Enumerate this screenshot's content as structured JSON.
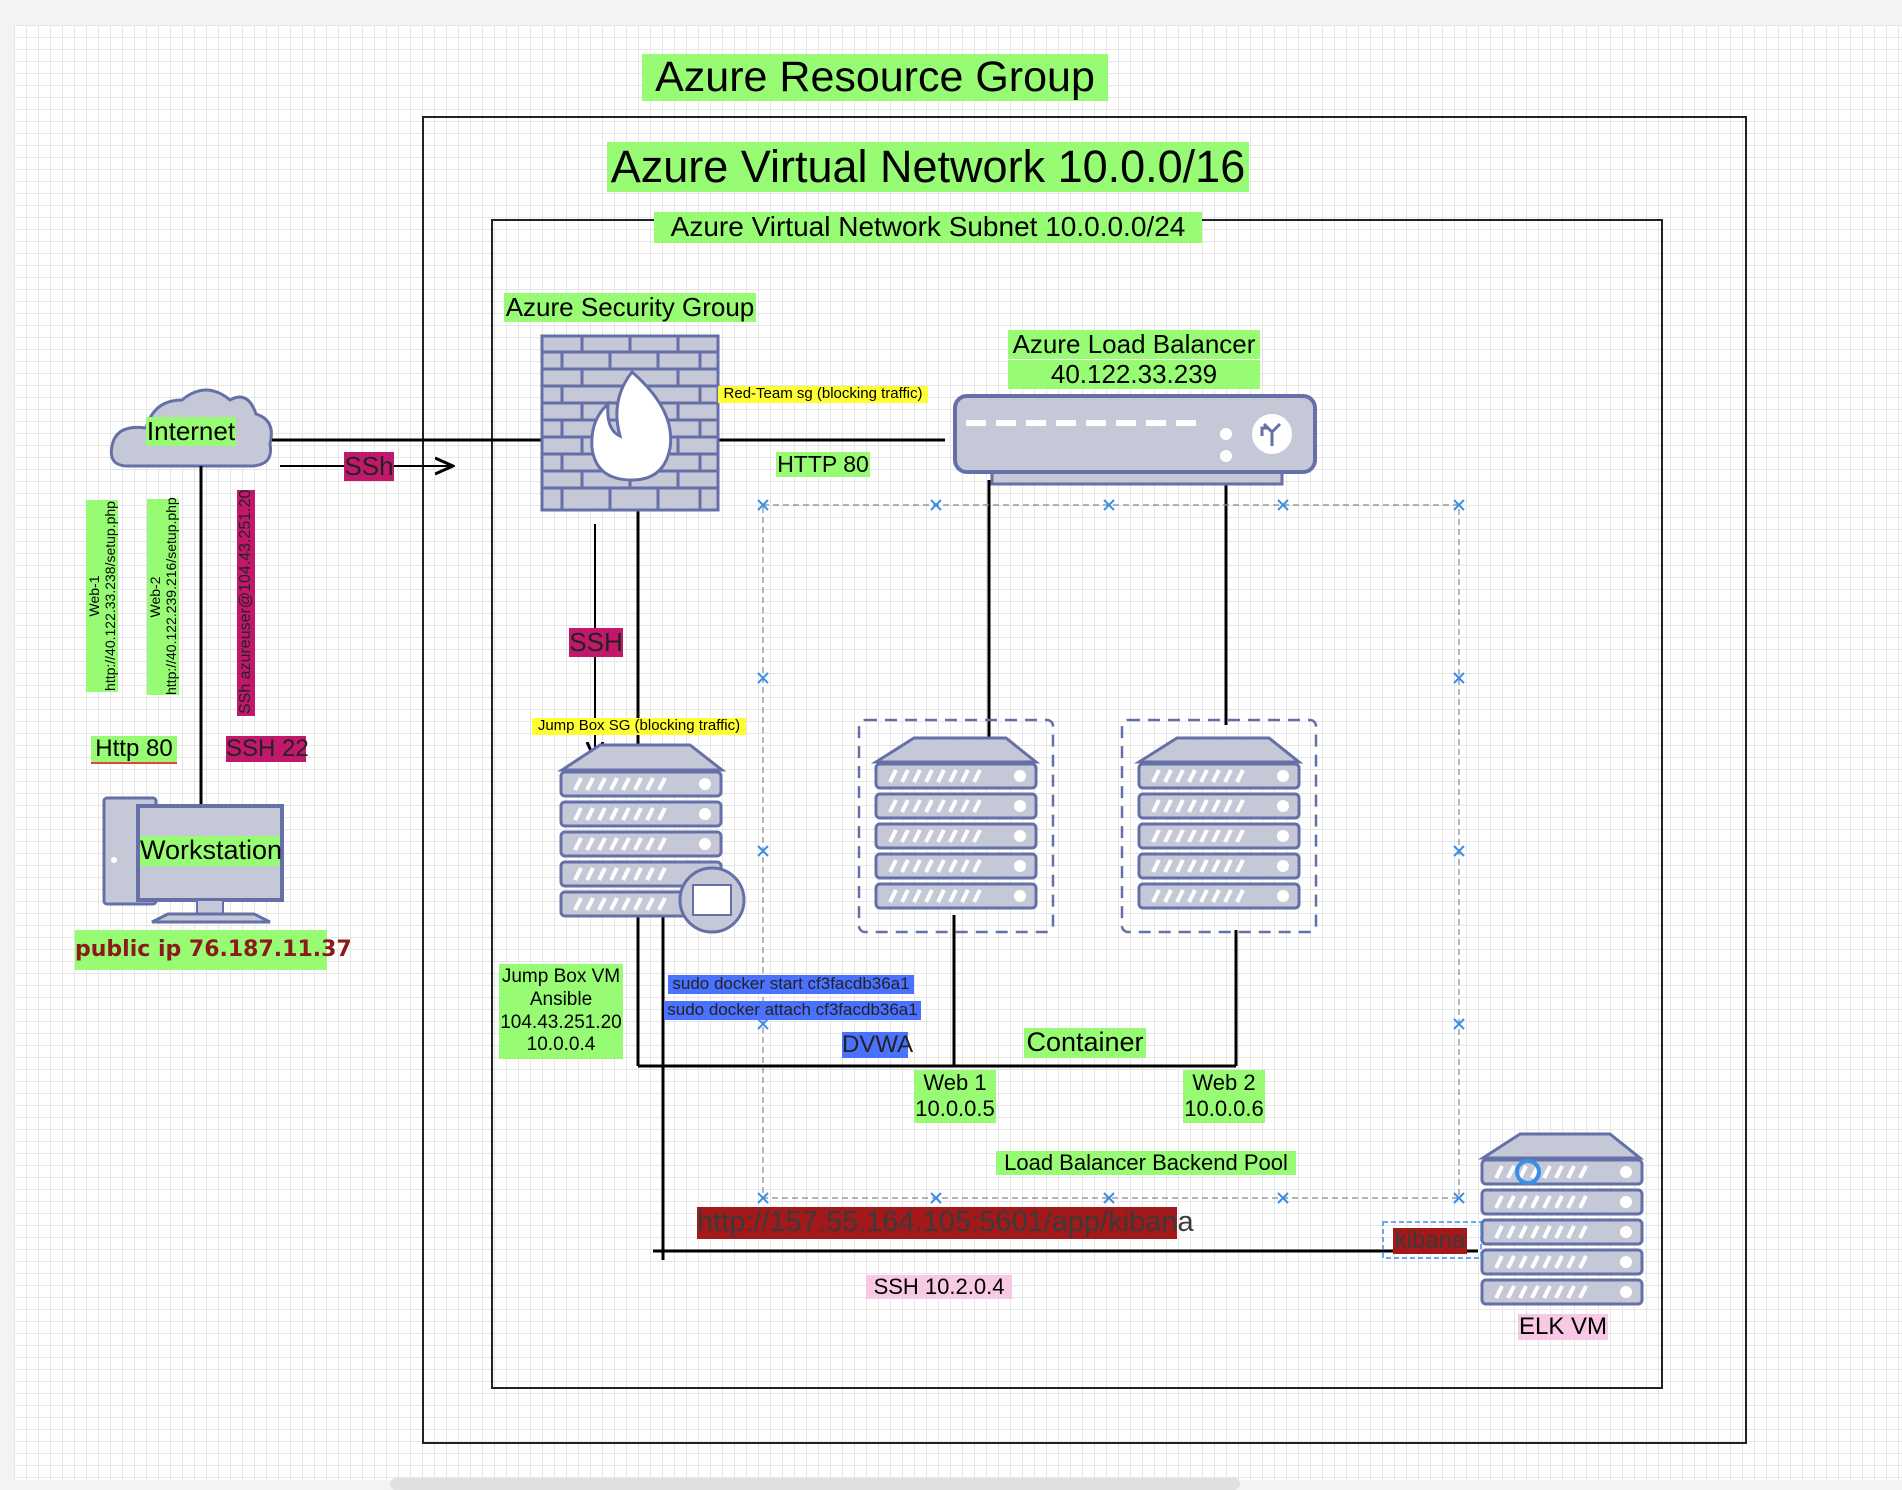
{
  "labels": {
    "resource_group": "Azure Resource Group",
    "vnet": "Azure Virtual Network 10.0.0/16",
    "subnet": "Azure Virtual Network Subnet 10.0.0.0/24",
    "security_group": "Azure Security Group",
    "red_team_sg": "Red-Team sg (blocking traffic)",
    "lb_name": "Azure Load Balancer",
    "lb_ip": "40.122.33.239",
    "http80_lb": "HTTP 80",
    "internet": "Internet",
    "ssh_arrow": "SSh",
    "ssh_mid": "SSH",
    "web1_url_name": "Web-1",
    "web1_url": "http://40.122.33.238/setup.php",
    "web2_url_name": "Web-2",
    "web2_url": "http://40.122.239.216/setup.php",
    "ssh_url": "SSh azureuser@104.43.251.20",
    "http80": "Http 80",
    "ssh22": "SSH 22",
    "workstation": "Workstation",
    "public_ip": "public ip 76.187.11.37",
    "jumpbox_sg": "Jump Box SG (blocking traffic)",
    "jumpbox": [
      "Jump Box VM",
      "Ansible",
      "104.43.251.20",
      "10.0.0.4"
    ],
    "docker_start": "sudo docker start cf3facdb36a1",
    "docker_attach": "sudo docker attach cf3facdb36a1",
    "dvwa": "DVWA",
    "container": "Container",
    "web1": [
      "Web 1",
      "10.0.0.5"
    ],
    "web2": [
      "Web 2",
      "10.0.0.6"
    ],
    "backend_pool": "Load Balancer Backend Pool",
    "kibana_url": "http://157.55.164.105:5601/app/kibana",
    "kibana": "kibana",
    "ssh_elk": "SSH 10.2.0.4",
    "elk": "ELK VM"
  },
  "colors": {
    "label_green": "#98fb74",
    "label_yellow": "#ffff33",
    "label_magenta": "#c2186b",
    "label_blue": "#4a72ff",
    "label_red": "#a31818",
    "label_pink": "#f7c9e4",
    "icon_fill": "#c5c8d6",
    "icon_stroke": "#6670a8"
  },
  "icons": [
    "cloud-icon",
    "firewall-icon",
    "load-balancer-icon",
    "server-icon",
    "workstation-icon",
    "elk-server-icon"
  ]
}
